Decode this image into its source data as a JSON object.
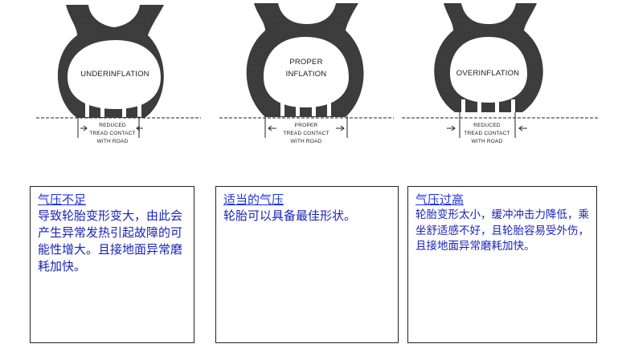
{
  "diagram": {
    "tires": [
      {
        "id": "underinflation",
        "label_lines": [
          "UNDERINFLATION"
        ],
        "tread_lines": [
          "REDUCED",
          "TREAD CONTACT",
          "WITH ROAD"
        ]
      },
      {
        "id": "proper",
        "label_lines": [
          "PROPER",
          "INFLATION"
        ],
        "tread_lines": [
          "PROPER",
          "TREAD CONTACT",
          "WITH ROAD"
        ]
      },
      {
        "id": "overinflation",
        "label_lines": [
          "OVERINFLATION"
        ],
        "tread_lines": [
          "REDUCED",
          "TREAD CONTACT",
          "WITH ROAD"
        ]
      }
    ]
  },
  "cards": [
    {
      "title": "气压不足",
      "body": "导致轮胎变形变大，由此会产生异常发热引起故障的可能性增大。且接地面异常磨耗加快。"
    },
    {
      "title": "适当的气压",
      "body": "轮胎可以具备最佳形状。"
    },
    {
      "title": "气压过高",
      "body": "轮胎变形太小，缓冲冲击力降低，乘坐舒适感不好，且轮胎容易受外伤，且接地面异常磨耗加快。"
    }
  ],
  "colors": {
    "title": "#2233dd",
    "body": "#1a24b8",
    "tire": "#3a3a3a"
  }
}
